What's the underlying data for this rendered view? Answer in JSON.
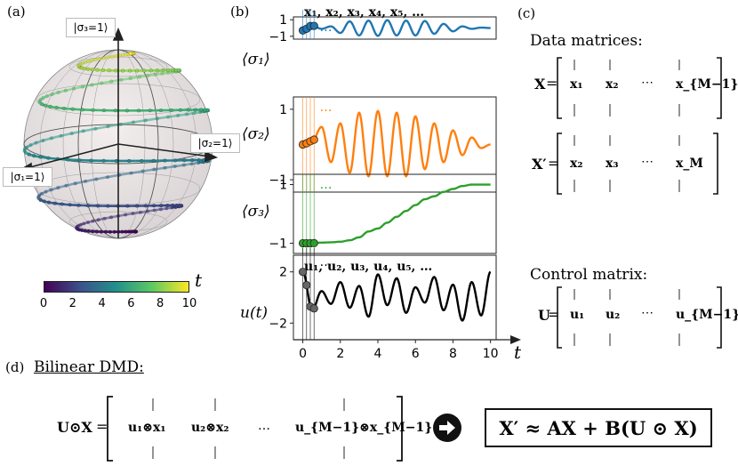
{
  "panels": {
    "a": "(a)",
    "b": "(b)",
    "c": "(c)",
    "d": "(d)"
  },
  "bloch": {
    "label_sigma3": "|σ₃=1⟩",
    "label_sigma2": "|σ₂=1⟩",
    "label_sigma1": "|σ₁=1⟩",
    "colorbar_label": "t",
    "colorbar_ticks": [
      "0",
      "2",
      "4",
      "6",
      "8",
      "10"
    ],
    "colormap": [
      "#440154",
      "#3b528b",
      "#21918c",
      "#5ec962",
      "#fde725"
    ]
  },
  "timeseries": {
    "seq_x": "x₁, x₂, x₃, x₄, x₅, …",
    "seq_u": "u₁, u₂, u₃, u₄, u₅, …",
    "ylabel_1": "⟨σ₁⟩",
    "ylabel_2": "⟨σ₂⟩",
    "ylabel_3": "⟨σ₃⟩",
    "ylabel_u": "u(t)",
    "xaxis_label": "t",
    "ellipsis": "…",
    "colors": {
      "s1": "#1f77b4",
      "s2": "#ff7f0e",
      "s3": "#2ca02c",
      "u": "#000000"
    }
  },
  "chart_data": [
    {
      "type": "line",
      "series": [
        {
          "name": "⟨σ₁⟩"
        }
      ],
      "ylabel": "⟨σ₁⟩",
      "yticks": [
        "1",
        "−1"
      ],
      "ylim": [
        -1.35,
        1.35
      ],
      "xlim": [
        -0.5,
        10.3
      ],
      "x": [
        0,
        0.5,
        1,
        1.5,
        2,
        2.5,
        3,
        3.5,
        4,
        4.5,
        5,
        5.5,
        6,
        6.5,
        7,
        7.5,
        8,
        8.5,
        9,
        9.5,
        10
      ],
      "values": [
        -0.3,
        0.3,
        -0.1,
        0.2,
        -0.6,
        0.8,
        -0.9,
        0.9,
        -0.95,
        0.95,
        -0.9,
        0.9,
        -0.9,
        0.85,
        -0.7,
        0.5,
        -0.4,
        0.2,
        -0.1,
        0.05,
        0.0
      ]
    },
    {
      "type": "line",
      "series": [
        {
          "name": "⟨σ₂⟩"
        }
      ],
      "ylabel": "⟨σ₂⟩",
      "yticks": [
        "1",
        "−1"
      ],
      "ylim": [
        -1.35,
        1.35
      ],
      "xlim": [
        -0.5,
        10.3
      ],
      "x": [
        0,
        0.5,
        1,
        1.5,
        2,
        2.5,
        3,
        3.5,
        4,
        4.5,
        5,
        5.5,
        6,
        6.5,
        7,
        7.5,
        8,
        8.5,
        9,
        9.5,
        10
      ],
      "values": [
        0.0,
        0.1,
        0.5,
        -0.5,
        0.6,
        -0.8,
        0.9,
        -0.9,
        0.95,
        -0.9,
        0.9,
        -0.9,
        0.8,
        -0.7,
        0.6,
        -0.5,
        0.4,
        -0.3,
        0.2,
        -0.1,
        0.0
      ]
    },
    {
      "type": "line",
      "series": [
        {
          "name": "⟨σ₃⟩"
        }
      ],
      "ylabel": "⟨σ₃⟩",
      "yticks": [
        "1",
        "−1"
      ],
      "ylim": [
        -1.35,
        1.35
      ],
      "xlim": [
        -0.5,
        10.3
      ],
      "x": [
        0,
        0.5,
        1,
        1.5,
        2,
        2.5,
        3,
        3.5,
        4,
        4.5,
        5,
        5.5,
        6,
        6.5,
        7,
        7.5,
        8,
        8.5,
        9,
        9.5,
        10
      ],
      "values": [
        -1.0,
        -1.0,
        -0.98,
        -0.97,
        -0.95,
        -0.9,
        -0.8,
        -0.6,
        -0.5,
        -0.3,
        -0.1,
        0.1,
        0.3,
        0.5,
        0.6,
        0.75,
        0.85,
        0.95,
        1.0,
        1.0,
        1.0
      ]
    },
    {
      "type": "line",
      "series": [
        {
          "name": "u(t)"
        }
      ],
      "ylabel": "u(t)",
      "yticks": [
        "2",
        "−2"
      ],
      "xticks": [
        "0",
        "2",
        "4",
        "6",
        "8",
        "10"
      ],
      "xlabel": "t",
      "ylim": [
        -3.3,
        3.3
      ],
      "xlim": [
        -0.5,
        10.3
      ],
      "x": [
        0,
        0.5,
        1,
        1.5,
        2,
        2.5,
        3,
        3.5,
        4,
        4.5,
        5,
        5.5,
        6,
        6.5,
        7,
        7.5,
        8,
        8.5,
        9,
        9.5,
        10
      ],
      "values": [
        2.0,
        -1.0,
        0.5,
        -0.5,
        1.2,
        -0.8,
        0.9,
        -1.5,
        1.8,
        -0.6,
        1.5,
        -1.2,
        0.8,
        -0.4,
        1.6,
        -1.0,
        1.0,
        -1.8,
        1.2,
        -1.4,
        2.0
      ]
    }
  ],
  "matrices": {
    "data_title": "Data matrices:",
    "X_label": "X",
    "Xp_label": "X′",
    "eq": "=",
    "X_cols": [
      "x₁",
      "x₂",
      "⋯",
      "x_{M−1}"
    ],
    "Xp_cols": [
      "x₂",
      "x₃",
      "⋯",
      "x_M"
    ],
    "control_title": "Control matrix:",
    "U_label": "U",
    "U_cols": [
      "u₁",
      "u₂",
      "⋯",
      "u_{M−1}"
    ]
  },
  "dmd": {
    "title": "Bilinear DMD:",
    "lhs": "U⊙X",
    "eq": "=",
    "cols": [
      "u₁⊗x₁",
      "u₂⊗x₂",
      "…",
      "u_{M−1}⊗x_{M−1}"
    ],
    "result": "X′ ≈ AX + B(U ⊙ X)"
  }
}
